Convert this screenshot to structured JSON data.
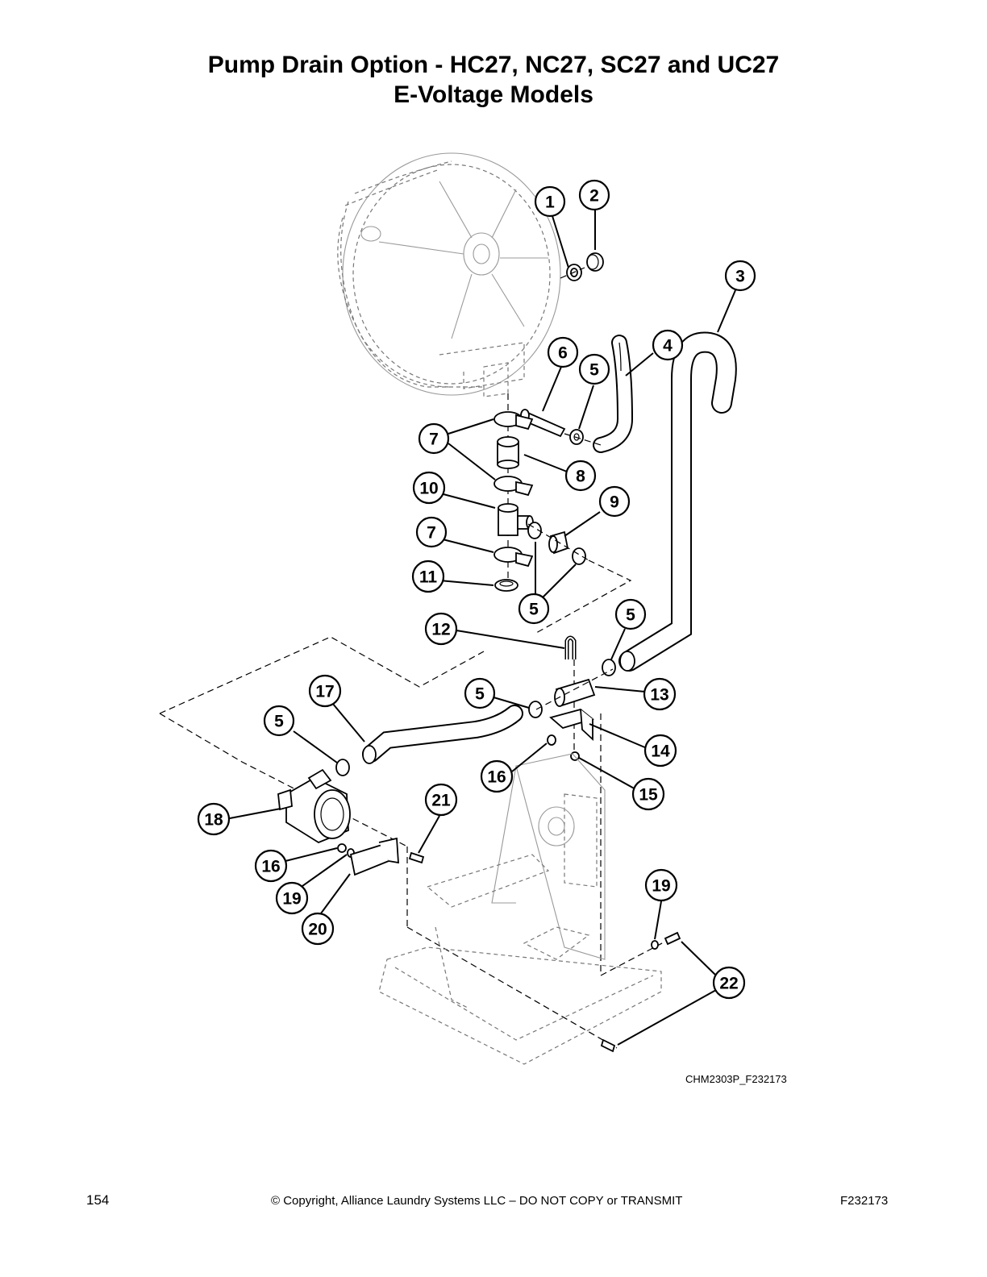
{
  "title": {
    "line1": "Pump Drain Option - HC27, NC27, SC27 and UC27",
    "line2": "E-Voltage Models"
  },
  "drawing_code": "CHM2303P_F232173",
  "footer": {
    "page_number": "154",
    "copyright": "© Copyright, Alliance Laundry Systems LLC – DO NOT COPY or TRANSMIT",
    "doc_code": "F232173"
  },
  "callouts": [
    "1",
    "2",
    "3",
    "4",
    "5",
    "6",
    "7",
    "8",
    "9",
    "10",
    "11",
    "12",
    "13",
    "14",
    "15",
    "16",
    "17",
    "18",
    "19",
    "20",
    "21",
    "22"
  ]
}
